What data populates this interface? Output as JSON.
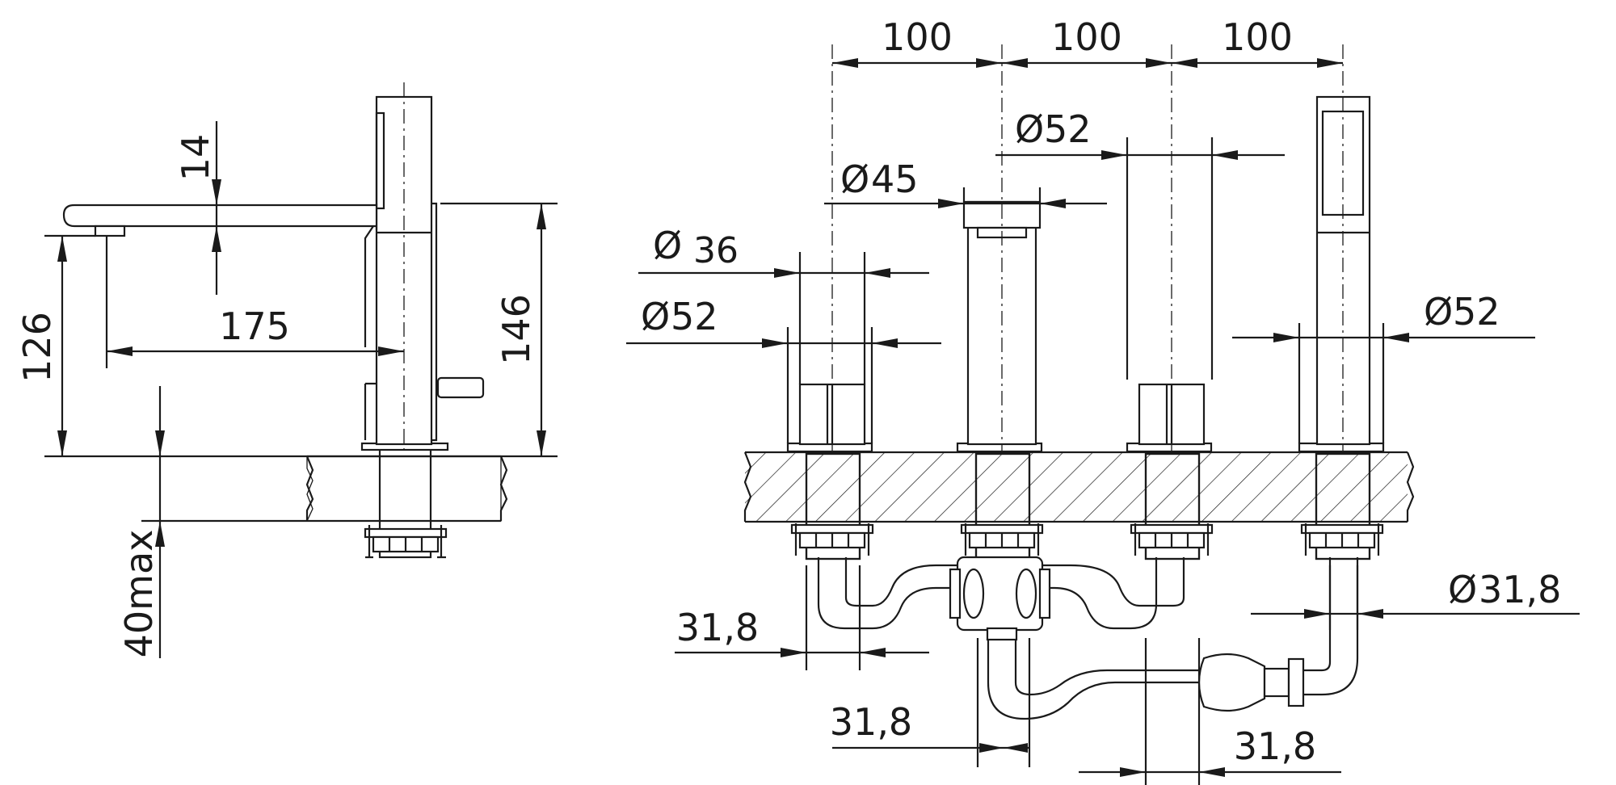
{
  "colors": {
    "ink": "#1a1a1a",
    "paper": "#ffffff"
  },
  "side_view": {
    "spout_thickness": "14",
    "spout_height": "126",
    "spout_reach": "175",
    "body_height": "146",
    "deck_thickness": "40max"
  },
  "front_view": {
    "spacing_1": "100",
    "spacing_2": "100",
    "spacing_3": "100",
    "spout_body_dia": "52",
    "spout_tip_dia": "45",
    "handle_dia": "36",
    "handle_base_dia": "52",
    "shower_dia": "52",
    "hose_dia": "31,8",
    "pipe_left": "31,8",
    "pipe_center": "31,8",
    "pipe_right": "31,8"
  }
}
